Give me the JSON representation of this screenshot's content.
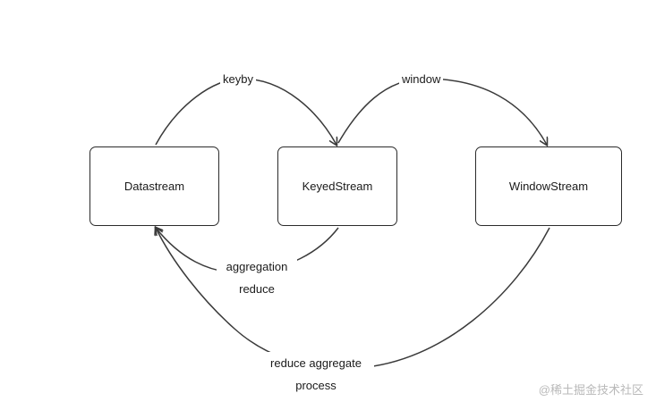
{
  "nodes": {
    "datastream": "Datastream",
    "keyedstream": "KeyedStream",
    "windowstream": "WindowStream"
  },
  "edges": {
    "keyby": "keyby",
    "window": "window",
    "aggregation_reduce_line1": "aggregation",
    "aggregation_reduce_line2": "reduce",
    "reduce_aggregate_process_line1": "reduce aggregate",
    "reduce_aggregate_process_line2": "process"
  },
  "watermark": "@稀土掘金技术社区",
  "colors": {
    "stroke": "#3a3a3a",
    "text": "#1a1a1a",
    "watermark": "#b9b9b9"
  }
}
